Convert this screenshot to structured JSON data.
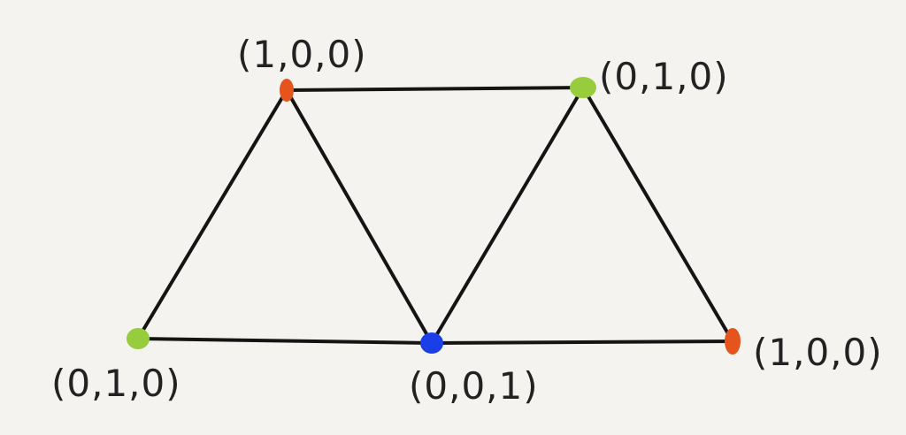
{
  "colors": {
    "background": "#f4f3ef",
    "edge": "#141414",
    "red": "#e4541c",
    "green": "#97cc3c",
    "blue": "#1a3fe8",
    "label": "#222222"
  },
  "vertices": [
    {
      "id": "top-left",
      "label": "(1,0,0)",
      "color": "red"
    },
    {
      "id": "top-right",
      "label": "(0,1,0)",
      "color": "green"
    },
    {
      "id": "bottom-left",
      "label": "(0,1,0)",
      "color": "green"
    },
    {
      "id": "bottom-middle",
      "label": "(0,0,1)",
      "color": "blue"
    },
    {
      "id": "bottom-right",
      "label": "(1,0,0)",
      "color": "red"
    }
  ],
  "edges": [
    [
      "top-left",
      "top-right"
    ],
    [
      "top-left",
      "bottom-left"
    ],
    [
      "top-left",
      "bottom-middle"
    ],
    [
      "top-right",
      "bottom-middle"
    ],
    [
      "top-right",
      "bottom-right"
    ],
    [
      "bottom-left",
      "bottom-middle"
    ],
    [
      "bottom-middle",
      "bottom-right"
    ]
  ]
}
